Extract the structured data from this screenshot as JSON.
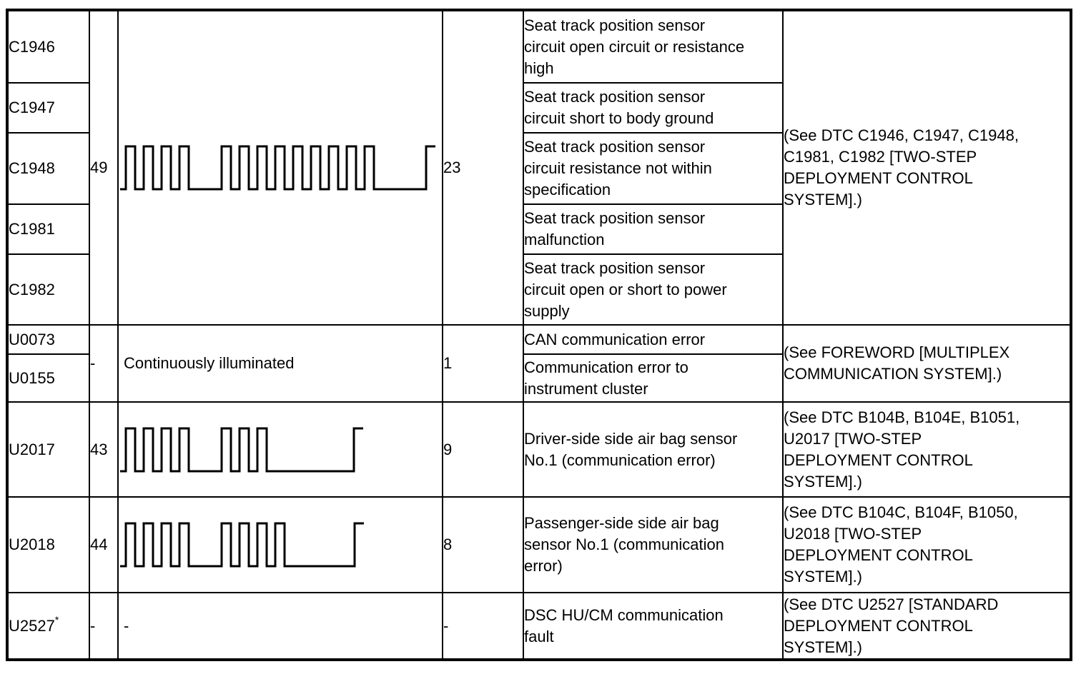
{
  "document": {
    "background": "#ffffff",
    "line_color": "#000000",
    "text_color": "#000000"
  },
  "table": {
    "row_groups": [
      {
        "code_display": "49",
        "flash_count": "23",
        "pattern_type": "waveform",
        "reference": "(See DTC C1946, C1947, C1948,\nC1981, C1982 [TWO-STEP\nDEPLOYMENT CONTROL\nSYSTEM].)",
        "dtcs": [
          {
            "code": "C1946",
            "description": "Seat track position sensor\ncircuit open circuit or resistance\nhigh"
          },
          {
            "code": "C1947",
            "description": "Seat track position sensor\ncircuit short to body ground"
          },
          {
            "code": "C1948",
            "description": "Seat track position sensor\ncircuit resistance not within\nspecification"
          },
          {
            "code": "C1981",
            "description": "Seat track position sensor\nmalfunction"
          },
          {
            "code": "C1982",
            "description": "Seat track position sensor\ncircuit open or short to power\nsupply"
          }
        ]
      },
      {
        "code_display": "-",
        "flash_count": "1",
        "pattern_type": "text",
        "pattern_text": "Continuously illuminated",
        "reference": "(See FOREWORD [MULTIPLEX\nCOMMUNICATION SYSTEM].)",
        "dtcs": [
          {
            "code": "U0073",
            "description": "CAN communication error"
          },
          {
            "code": "U0155",
            "description": "Communication error to\ninstrument cluster"
          }
        ]
      },
      {
        "code_display": "43",
        "flash_count": "9",
        "pattern_type": "waveform",
        "reference": "(See DTC B104B, B104E, B1051,\nU2017 [TWO-STEP\nDEPLOYMENT CONTROL\nSYSTEM].)",
        "dtcs": [
          {
            "code": "U2017",
            "description": "Driver-side side air bag sensor\nNo.1 (communication error)"
          }
        ]
      },
      {
        "code_display": "44",
        "flash_count": "8",
        "pattern_type": "waveform",
        "reference": "(See DTC B104C, B104F, B1050,\nU2018 [TWO-STEP\nDEPLOYMENT CONTROL\nSYSTEM].)",
        "dtcs": [
          {
            "code": "U2018",
            "description": "Passenger-side side air bag\nsensor No.1 (communication\nerror)"
          }
        ]
      },
      {
        "code_display": "-",
        "flash_count": "-",
        "pattern_type": "text",
        "pattern_text": "-",
        "reference": "(See DTC U2527 [STANDARD\nDEPLOYMENT CONTROL\nSYSTEM].)",
        "dtcs": [
          {
            "code": "U2527",
            "sup": "*",
            "description": "DSC HU/CM communication\nfault"
          }
        ]
      }
    ],
    "waveforms": {
      "wf49": {
        "groups": [
          4,
          9
        ],
        "tail": 73
      },
      "wf43": {
        "groups": [
          4,
          3
        ],
        "tail": 122
      },
      "wf44": {
        "groups": [
          4,
          4
        ],
        "tail": 98
      }
    }
  }
}
